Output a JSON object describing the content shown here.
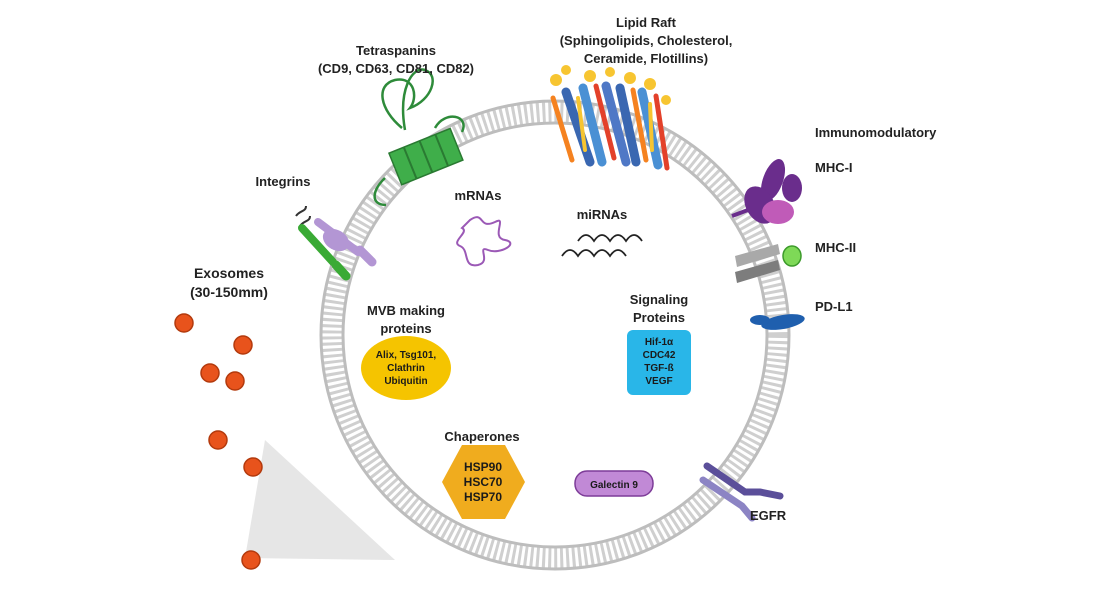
{
  "labels": {
    "lipid_raft_title": "Lipid Raft",
    "lipid_raft_detail_1": "(Sphingolipids, Cholesterol,",
    "lipid_raft_detail_2": "Ceramide, Flotillins)",
    "tetraspanins_title": "Tetraspanins",
    "tetraspanins_detail": "(CD9, CD63, CD81, CD82)",
    "integrins": "Integrins",
    "mrnas": "mRNAs",
    "mirnas": "miRNAs",
    "immunomodulatory": "Immunomodulatory",
    "mhc_i": "MHC-I",
    "mhc_ii": "MHC-II",
    "pd_l1": "PD-L1",
    "exosomes_title": "Exosomes",
    "exosomes_size": "(30-150mm)",
    "mvb_title_1": "MVB making",
    "mvb_title_2": "proteins",
    "signaling_title_1": "Signaling",
    "signaling_title_2": "Proteins",
    "chaperones": "Chaperones",
    "egfr": "EGFR"
  },
  "mvb_box": {
    "lines": [
      "Alix, Tsg101,",
      "Clathrin",
      "Ubiquitin"
    ]
  },
  "signaling_box": {
    "lines": [
      "Hif-1α",
      "CDC42",
      "TGF-ß",
      "VEGF"
    ]
  },
  "chaperones_box": {
    "lines": [
      "HSP90",
      "HSC70",
      "HSP70"
    ]
  },
  "galectin": "Galectin 9",
  "colors": {
    "membrane": "#c8c8c8",
    "exosome_dot": "#e8531c",
    "mvb_fill": "#f5c400",
    "signaling_fill": "#29b6e8",
    "chaperone_fill": "#f0ac1e",
    "galectin_fill": "#c189d6",
    "tetraspanin": "#2e8b3a",
    "mhc": "#6a2d8c",
    "pdl1": "#1f5fae",
    "egfr": "#5b4f9a"
  }
}
